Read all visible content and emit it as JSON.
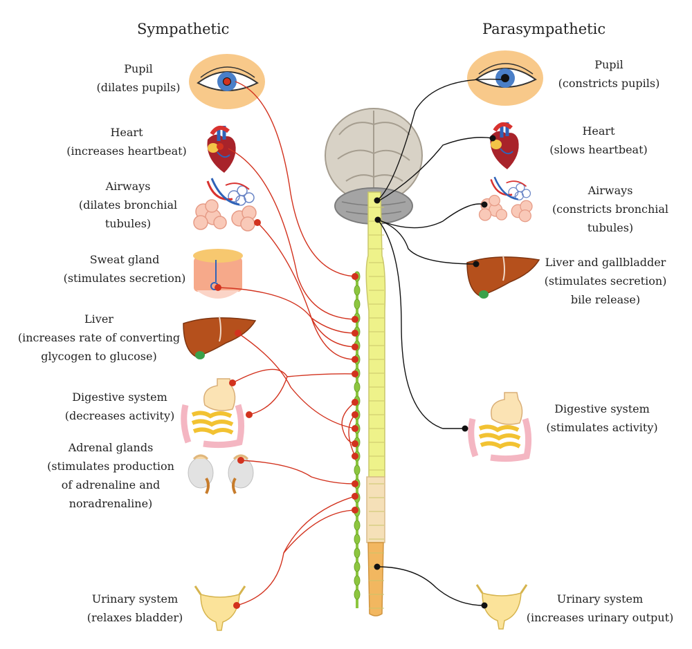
{
  "headers": {
    "sympathetic": "Sympathetic",
    "parasympathetic": "Parasympathetic"
  },
  "sympathetic_labels": [
    {
      "id": "pupil",
      "lines": [
        "Pupil",
        "(dilates pupils)"
      ]
    },
    {
      "id": "heart",
      "lines": [
        "Heart",
        "(increases heartbeat)"
      ]
    },
    {
      "id": "airways",
      "lines": [
        "Airways",
        "(dilates bronchial",
        "tubules)"
      ]
    },
    {
      "id": "sweat",
      "lines": [
        "Sweat gland",
        "(stimulates secretion)"
      ]
    },
    {
      "id": "liver",
      "lines": [
        "Liver",
        "(increases rate of converting",
        "glycogen to glucose)"
      ]
    },
    {
      "id": "digestive",
      "lines": [
        "Digestive system",
        "(decreases activity)"
      ]
    },
    {
      "id": "adrenal",
      "lines": [
        "Adrenal glands",
        "(stimulates production",
        "of adrenaline and",
        "noradrenaline)"
      ]
    },
    {
      "id": "urinary",
      "lines": [
        "Urinary system",
        "(relaxes bladder)"
      ]
    }
  ],
  "parasympathetic_labels": [
    {
      "id": "pupil",
      "lines": [
        "Pupil",
        "(constricts pupils)"
      ]
    },
    {
      "id": "heart",
      "lines": [
        "Heart",
        "(slows heartbeat)"
      ]
    },
    {
      "id": "airways",
      "lines": [
        "Airways",
        "(constricts bronchial",
        "tubules)"
      ]
    },
    {
      "id": "liver-gallbladder",
      "lines": [
        "Liver and gallbladder",
        "(stimulates secretion)",
        "bile release)"
      ]
    },
    {
      "id": "digestive",
      "lines": [
        "Digestive system",
        "(stimulates activity)"
      ]
    },
    {
      "id": "urinary",
      "lines": [
        "Urinary system",
        "(increases urinary output)"
      ]
    }
  ],
  "colors": {
    "sympathetic_nerve": "#d2321e",
    "parasympathetic_nerve": "#111111",
    "ganglion_chain": "#8dc63f",
    "spinal_cord_upper": "#eef28a",
    "spinal_cord_lumbar": "#f5e0b8",
    "spinal_cord_sacral": "#f2b760",
    "liver": "#b5501c",
    "eye_background": "#f8c98a"
  },
  "icons": [
    "eye-icon",
    "heart-icon",
    "lungs-icon",
    "sweat-gland-icon",
    "liver-icon",
    "digestive-system-icon",
    "adrenal-glands-icon",
    "bladder-icon",
    "brain-icon",
    "spinal-cord-icon"
  ]
}
